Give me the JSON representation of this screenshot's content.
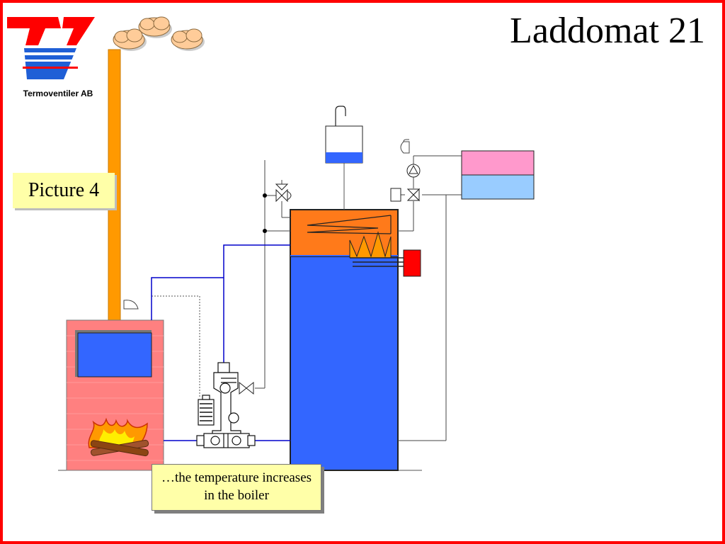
{
  "slide": {
    "title": "Laddomat 21",
    "company": "Termoventiler AB",
    "picture_label": "Picture 4",
    "caption": "…the temperature increases in the boiler"
  },
  "colors": {
    "frame": "#ff0000",
    "logo_red": "#ff0000",
    "logo_blue": "#1f5fd6",
    "chimney": "#ff9900",
    "smoke": "#ffcc99",
    "boiler": "#ff8080",
    "boiler_window": "#3366ff",
    "tank_water": "#3366ff",
    "tank_hot_layer": "#ff7a1a",
    "expansion_water": "#3366ff",
    "heat_pink": "#ff99cc",
    "heat_blue": "#99ccff",
    "pipe_blue": "#0000cc",
    "heater_red": "#ff0000",
    "fire": "#ff9900",
    "label_bg": "#ffffa8"
  },
  "icons": [
    "logo-tv-icon",
    "smoke-cloud-icon",
    "fire-icon",
    "pump-icon",
    "valve-icon",
    "thermometer-icon"
  ]
}
